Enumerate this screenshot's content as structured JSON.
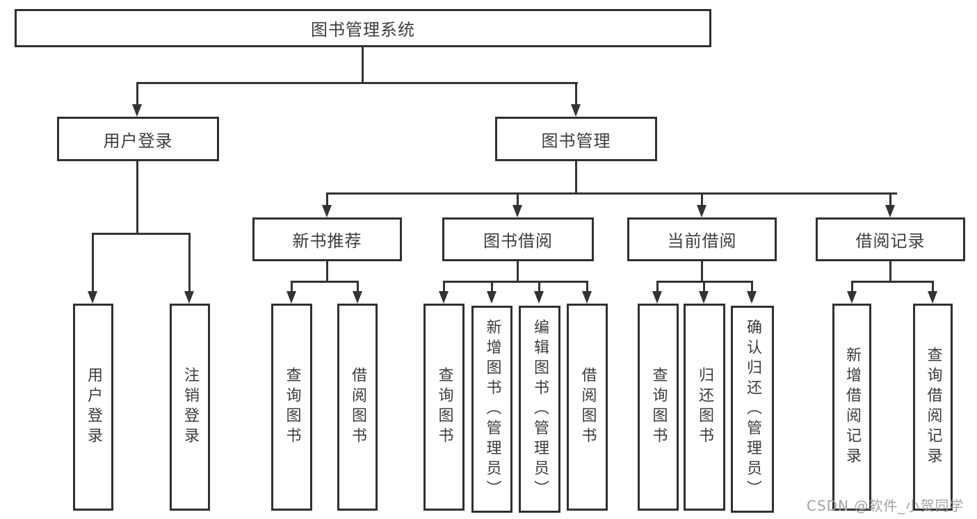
{
  "diagram": {
    "type": "tree",
    "title": "图书管理系统",
    "colors": {
      "background": "#ffffff",
      "box_fill": "#ffffff",
      "box_border": "#303030",
      "line": "#333333",
      "text": "#3c3c3c",
      "watermark": "#a3a3a3"
    },
    "root": {
      "label": "图书管理系统",
      "children": [
        {
          "label": "用户登录",
          "children": [
            {
              "label": "用户登录"
            },
            {
              "label": "注销登录"
            }
          ]
        },
        {
          "label": "图书管理",
          "children": [
            {
              "label": "新书推荐",
              "children": [
                {
                  "label": "查询图书"
                },
                {
                  "label": "借阅图书"
                }
              ]
            },
            {
              "label": "图书借阅",
              "children": [
                {
                  "label": "查询图书"
                },
                {
                  "label": "新增图书（管理员）"
                },
                {
                  "label": "编辑图书（管理员）"
                },
                {
                  "label": "借阅图书"
                }
              ]
            },
            {
              "label": "当前借阅",
              "children": [
                {
                  "label": "查询图书"
                },
                {
                  "label": "归还图书"
                },
                {
                  "label": "确认归还（管理员）"
                }
              ]
            },
            {
              "label": "借阅记录",
              "children": [
                {
                  "label": "新增借阅记录"
                },
                {
                  "label": "查询借阅记录"
                }
              ]
            }
          ]
        }
      ]
    },
    "watermark": "CSDN @软件_小贺同学"
  }
}
